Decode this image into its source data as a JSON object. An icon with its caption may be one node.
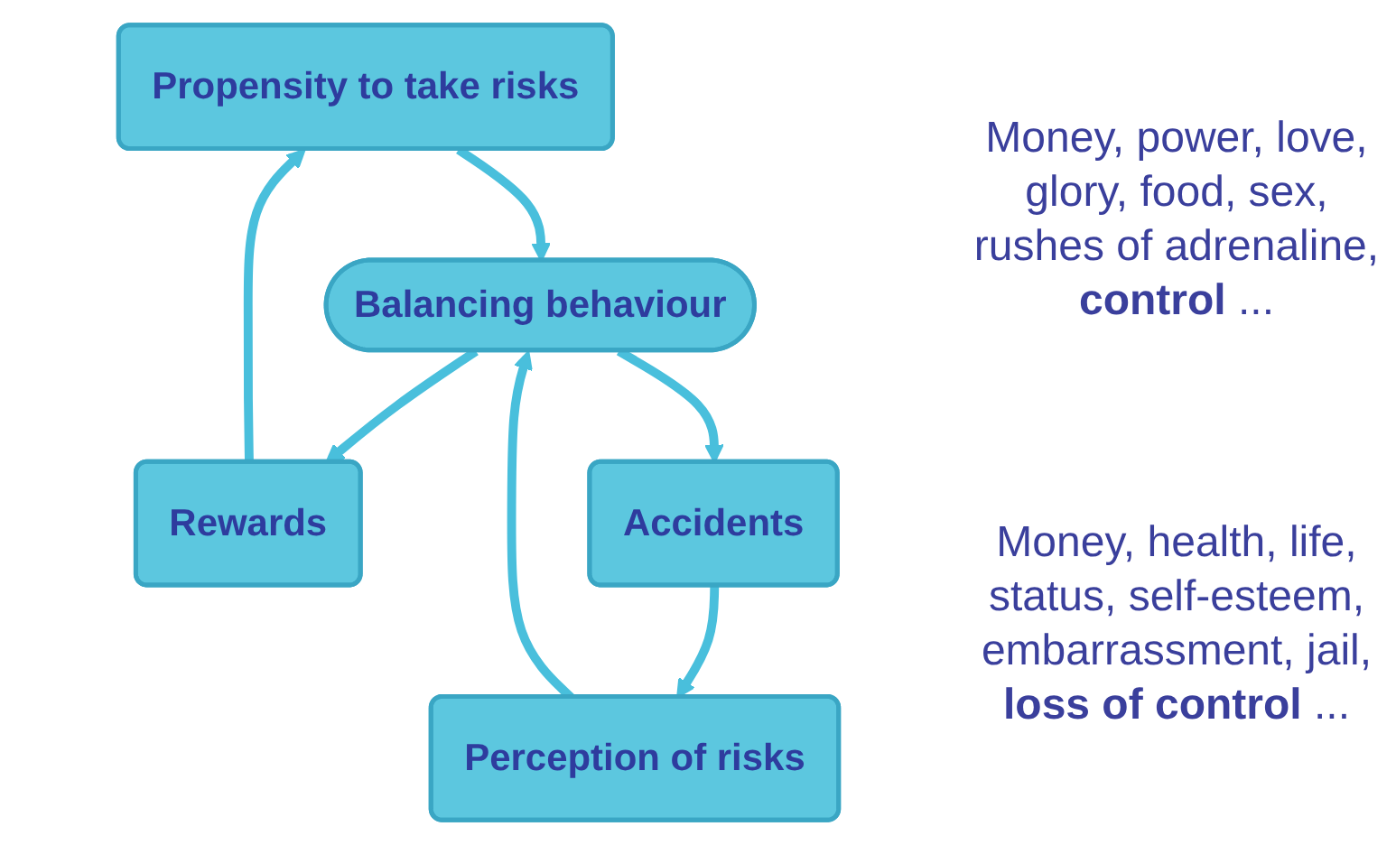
{
  "diagram": {
    "nodes": [
      {
        "text": [
          "Propensity to take risks"
        ]
      },
      {
        "text": [
          "Rewards"
        ]
      },
      {
        "text": [
          "Balancing behaviour"
        ]
      },
      {
        "text": [
          "Perception of risks"
        ]
      },
      {
        "text": [
          "Accidents"
        ]
      }
    ],
    "edges": [
      {
        "from": 1,
        "to": 0,
        "arrow": "to"
      },
      {
        "from": 0,
        "to": 2,
        "arrow": "to"
      },
      {
        "from": 2,
        "to": 1,
        "arrow": "to"
      },
      {
        "from": 2,
        "to": 4,
        "arrow": "to"
      },
      {
        "from": 4,
        "to": 3,
        "arrow": "to"
      },
      {
        "from": 3,
        "to": 2,
        "arrow": "to"
      }
    ],
    "labels": [
      "Money, power, love, glory, food, sex, rushes of adrenaline, **control** ...",
      "Money, health, life, status, self-esteem, embarrassment, jail, **loss of control** ..."
    ]
  }
}
